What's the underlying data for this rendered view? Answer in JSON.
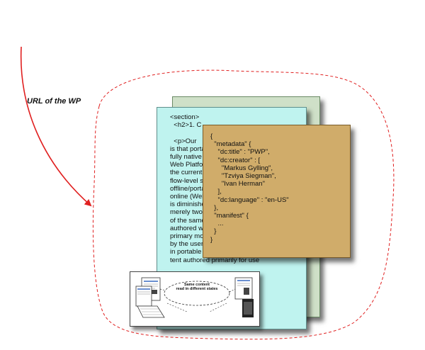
{
  "arrow_label": "URL of the WP",
  "html_document": {
    "lines": [
      "<section>",
      "  <h2>1. C",
      "",
      "  <p>Our",
      "is that portal",
      "fully native c",
      "Web Platform",
      "the current f",
      "flow-level se",
      "offline/porta",
      "online (Web)",
      "is diminished",
      "merely two d",
      "of the same",
      "authored wit",
      "primary mod",
      "by the user f",
      "in portable d",
      "tent authored primarily for use",
      "",
      "",
      "",
      "",
      "",
      ""
    ]
  },
  "manifest_json": {
    "lines": [
      "{",
      "  \"metadata\" {",
      "    \"dc:title\" : \"PWP\",",
      "    \"dc:creator\" : [",
      "      \"Markus Gylling\",",
      "      \"Tzviya Siegman\",",
      "      \"Ivan Herman\"",
      "    ],",
      "    \"dc:language\" : \"en-US\"",
      "  },",
      "  \"manifest\" {",
      "    ...",
      "  }",
      "}"
    ]
  },
  "thumbnail": {
    "caption_line1": "Same content",
    "caption_line2": "read in different states"
  },
  "colors": {
    "arrow": "#e02020",
    "boundary": "#e02020",
    "green_card": "#cfe0c8",
    "html_card": "#bff3ef",
    "json_card": "#d0ac6a"
  }
}
